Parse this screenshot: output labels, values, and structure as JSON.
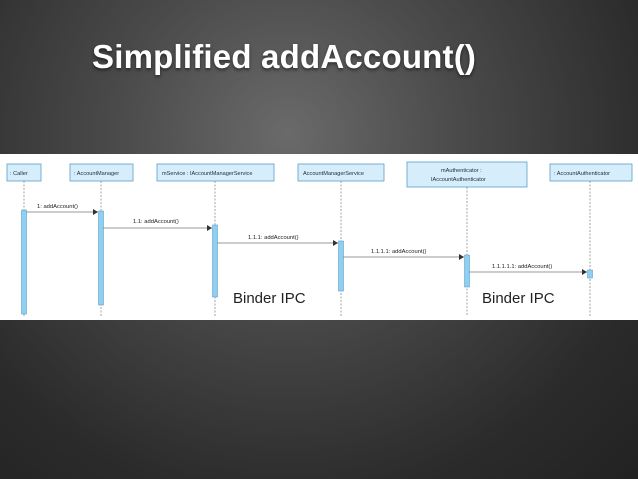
{
  "slide": {
    "title": "Simplified addAccount()"
  },
  "lifelines": [
    {
      "label": ": Caller"
    },
    {
      "label": ": AccountManager"
    },
    {
      "label": "mService : IAccountManagerService"
    },
    {
      "label": "AccountManagerService"
    },
    {
      "label": "mAuthenticator :",
      "label2": "IAccountAuthenticator"
    },
    {
      "label": ": AccountAuthenticator"
    }
  ],
  "messages": [
    {
      "label": "1: addAccount()"
    },
    {
      "label": "1.1: addAccount()"
    },
    {
      "label": "1.1.1: addAccount()"
    },
    {
      "label": "1.1.1.1: addAccount()"
    },
    {
      "label": "1.1.1.1.1: addAccount()"
    }
  ],
  "annotations": [
    {
      "label": "Binder IPC"
    },
    {
      "label": "Binder IPC"
    }
  ],
  "colors": {
    "lifeline_box": "#d6eefb",
    "lifeline_border": "#5a9ec8",
    "activation": "#8fd0f2",
    "message_line": "#333333"
  }
}
